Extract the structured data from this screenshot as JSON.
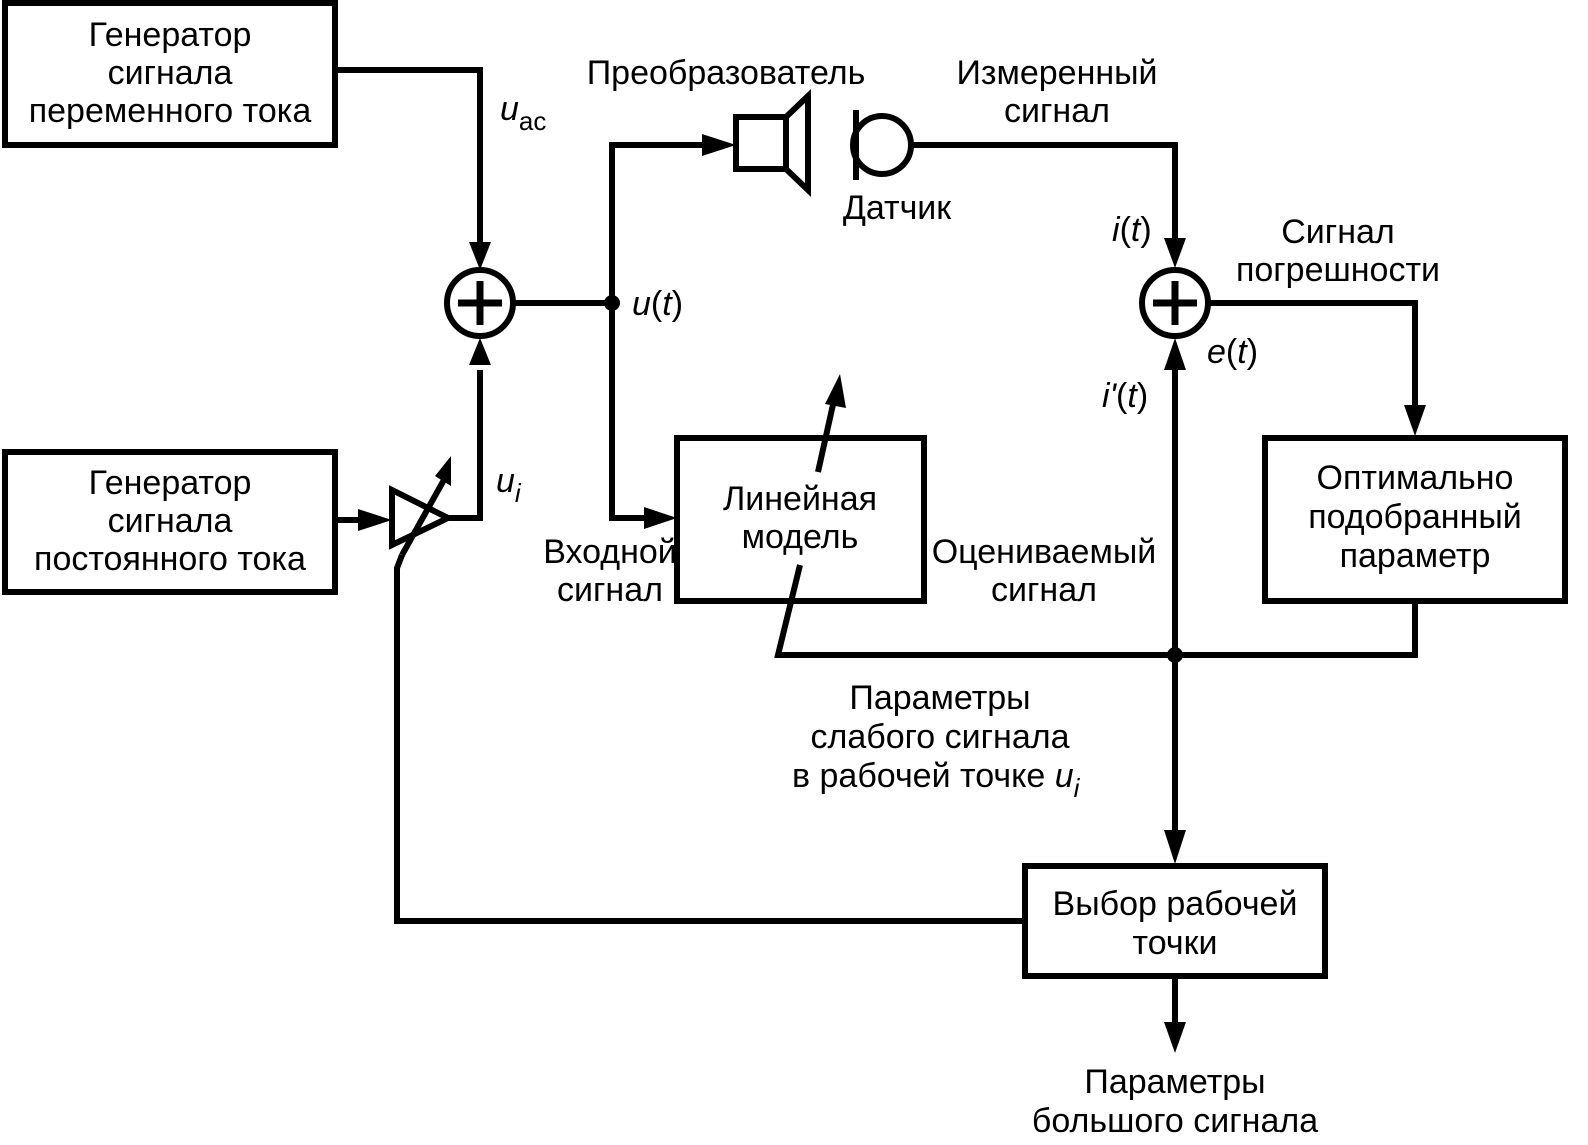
{
  "blocks": {
    "ac_gen": [
      "Генератор",
      "сигнала",
      "переменного тока"
    ],
    "dc_gen": [
      "Генератор",
      "сигнала",
      "постоянного тока"
    ],
    "linear_model": [
      "Линейная",
      "модель"
    ],
    "optimal_param": [
      "Оптимально",
      "подобранный",
      "параметр"
    ],
    "op_point": [
      "Выбор рабочей",
      "точки"
    ]
  },
  "labels": {
    "transducer": "Преобразователь",
    "sensor": "Датчик",
    "measured": [
      "Измеренный",
      "сигнал"
    ],
    "error_signal": [
      "Сигнал",
      "погрешности"
    ],
    "input_signal": [
      "Входной",
      "сигнал"
    ],
    "estimated": [
      "Оцениваемый",
      "сигнал"
    ],
    "small_signal": [
      "Параметры",
      "слабого сигнала",
      "в рабочей точке"
    ],
    "large_signal": [
      "Параметры",
      "большого сигнала"
    ]
  },
  "symbols": {
    "u": "u",
    "ac_sub": "ac",
    "i_sub": "i",
    "t": "t",
    "i": "i",
    "i_prime": "i'",
    "e": "e",
    "lparen": "(",
    "rparen": ")"
  }
}
